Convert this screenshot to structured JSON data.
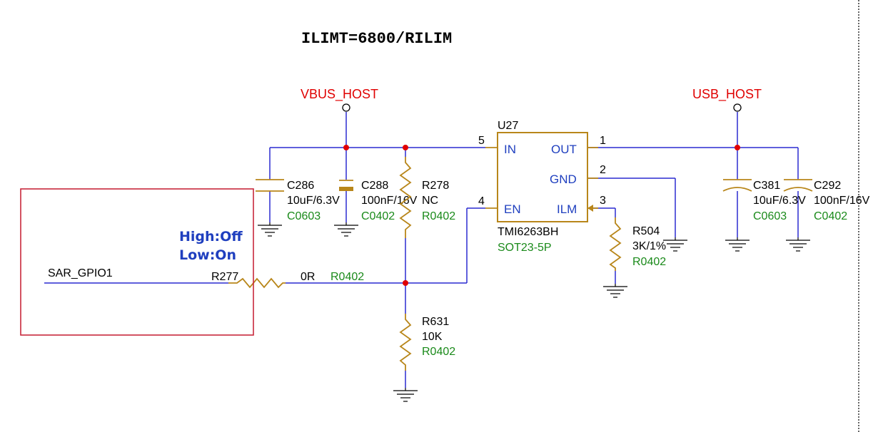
{
  "title": "ILIMT=6800/RILIM",
  "nets": {
    "vbus_host": "VBUS_HOST",
    "usb_host": "USB_HOST",
    "sar_gpio1": "SAR_GPIO1"
  },
  "note": {
    "line1": "High:Off",
    "line2": "Low:On"
  },
  "ic": {
    "ref": "U27",
    "part": "TMI6263BH",
    "package": "SOT23-5P",
    "pins": {
      "in": "IN",
      "out": "OUT",
      "gnd": "GND",
      "en": "EN",
      "ilm": "ILM"
    },
    "pin_numbers": {
      "in": "5",
      "out": "1",
      "gnd": "2",
      "en": "4",
      "ilm": "3"
    }
  },
  "components": {
    "c286": {
      "ref": "C286",
      "value": "10uF/6.3V",
      "footprint": "C0603"
    },
    "c288": {
      "ref": "C288",
      "value": "100nF/16V",
      "footprint": "C0402"
    },
    "r278": {
      "ref": "R278",
      "value": "NC",
      "footprint": "R0402"
    },
    "r277": {
      "ref": "R277",
      "value": "0R",
      "footprint": "R0402"
    },
    "r631": {
      "ref": "R631",
      "value": "10K",
      "footprint": "R0402"
    },
    "r504": {
      "ref": "R504",
      "value": "3K/1%",
      "footprint": "R0402"
    },
    "c381": {
      "ref": "C381",
      "value": "10uF/6.3V",
      "footprint": "C0603"
    },
    "c292": {
      "ref": "C292",
      "value": "100nF/16V",
      "footprint": "C0402"
    }
  },
  "colors": {
    "wire": "#2a2ad0",
    "component": "#b8861a",
    "net_label": "#e00000",
    "footprint": "#1a8a1a",
    "block": "#c8283c"
  }
}
